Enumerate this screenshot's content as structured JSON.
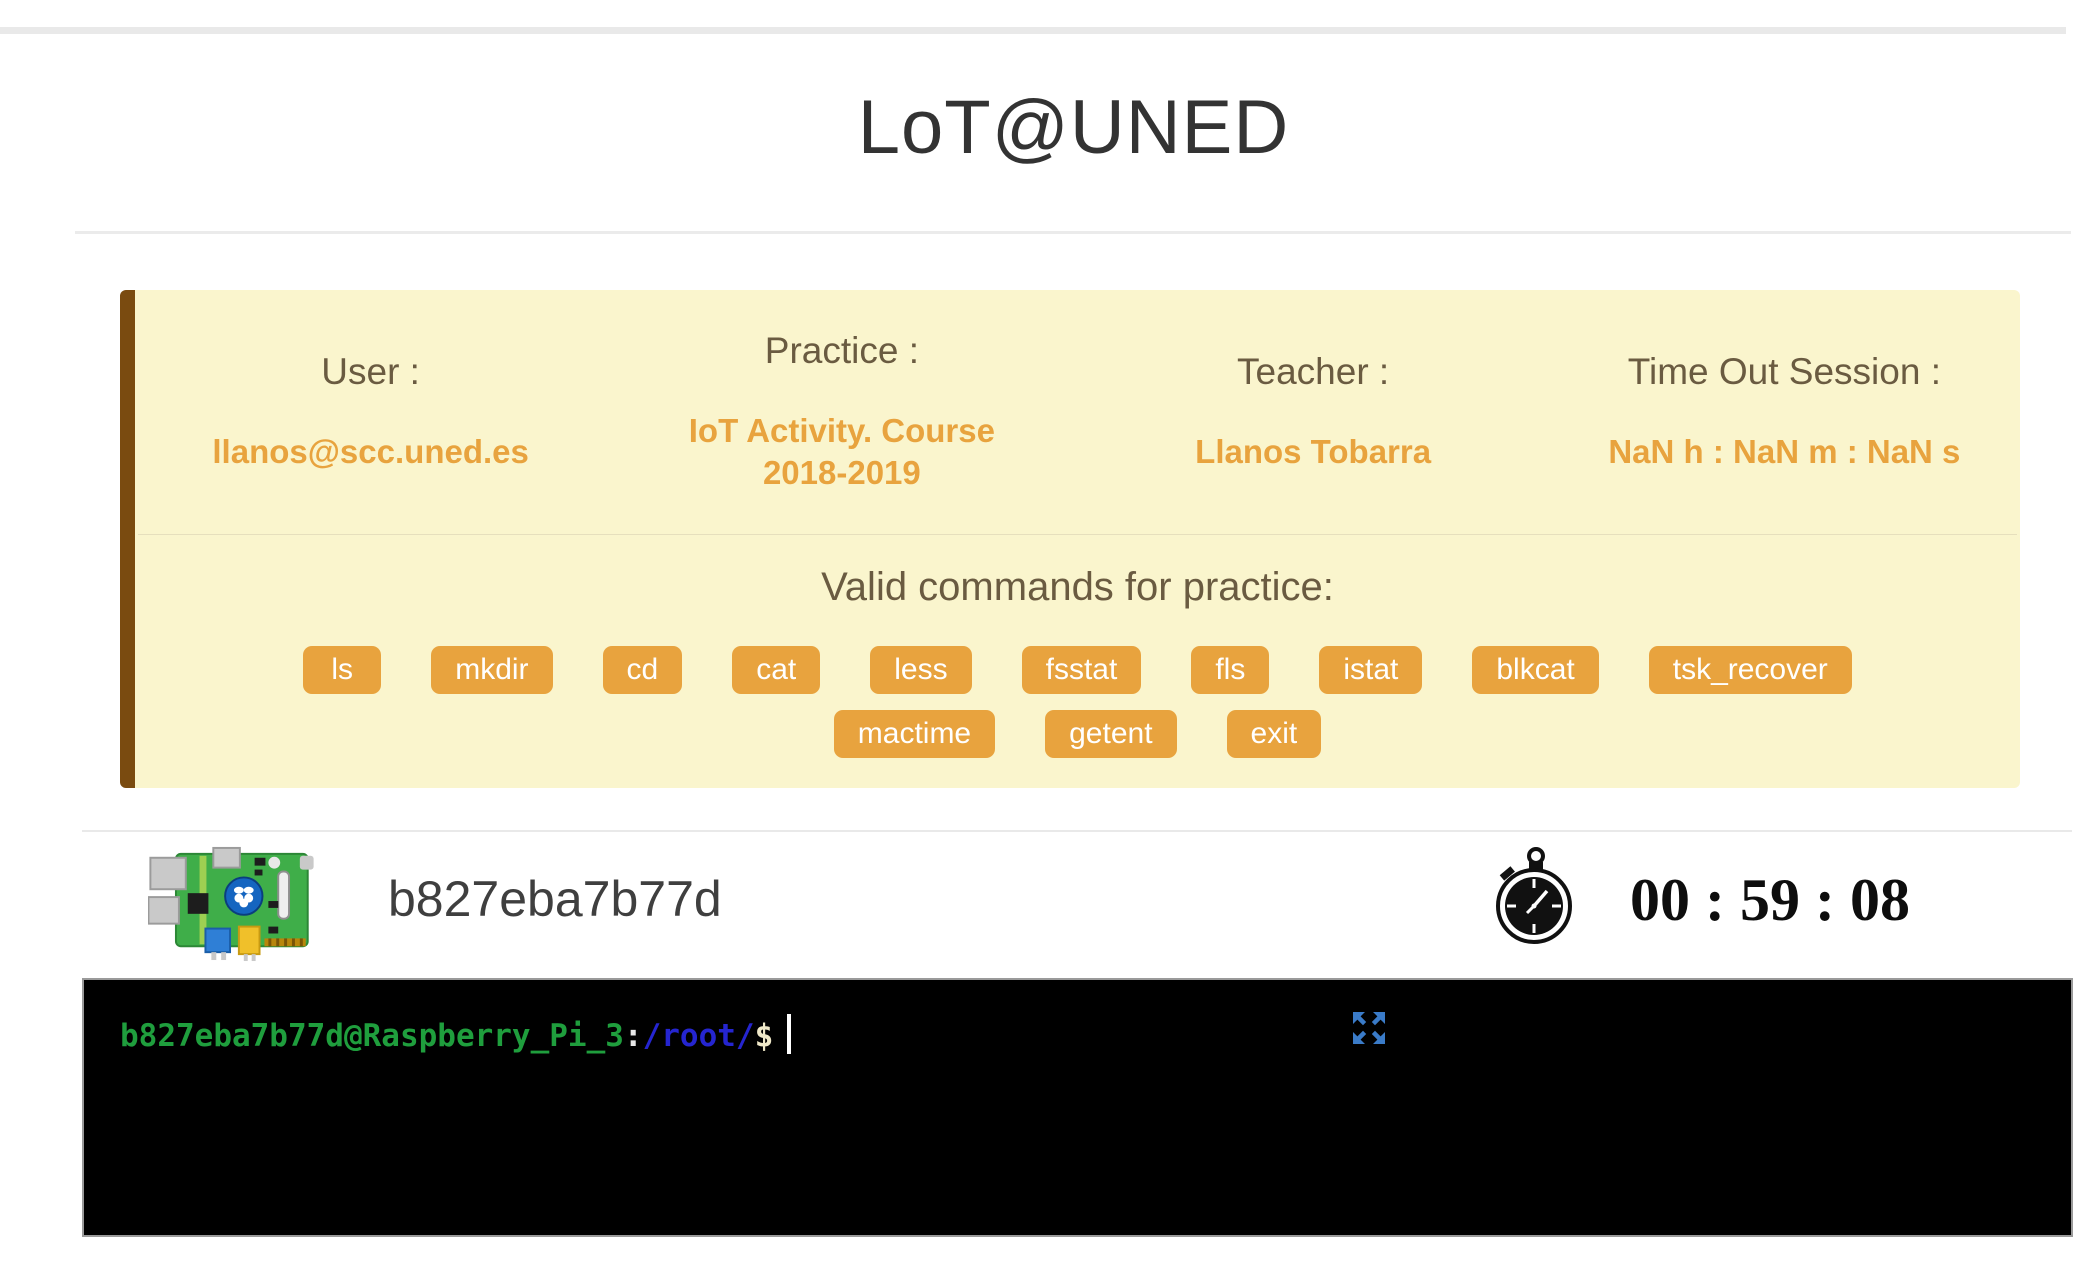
{
  "page": {
    "title": "LoT@UNED"
  },
  "session_panel": {
    "fields": [
      {
        "label": "User :",
        "value": "llanos@scc.uned.es"
      },
      {
        "label": "Practice :",
        "value": "IoT Activity. Course 2018-2019"
      },
      {
        "label": "Teacher :",
        "value": "Llanos Tobarra"
      },
      {
        "label": "Time Out Session :",
        "value": "NaN h : NaN m : NaN s"
      }
    ],
    "commands_title": "Valid commands for practice:",
    "commands": [
      "ls",
      "mkdir",
      "cd",
      "cat",
      "less",
      "fsstat",
      "fls",
      "istat",
      "blkcat",
      "tsk_recover",
      "mactime",
      "getent",
      "exit"
    ]
  },
  "device": {
    "icon": "raspberry-pi-board-icon",
    "name": "b827eba7b77d",
    "timer_icon": "stopwatch-icon",
    "timer": "00 : 59 : 08"
  },
  "terminal": {
    "prompt": {
      "host": "b827eba7b77d@Raspberry_Pi_3",
      "separator": ":",
      "path": "/root/",
      "symbol": "$"
    },
    "fullscreen_icon": "expand-icon"
  },
  "colors": {
    "accent_orange": "#e8a33e",
    "panel_background": "#faf5cd",
    "panel_border_brown": "#7a4b10",
    "label_brown": "#6a5b41",
    "prompt_green": "#1f9e3d",
    "prompt_blue": "#2525d0",
    "expand_icon_blue": "#3a7bc8",
    "terminal_background": "#000000"
  }
}
